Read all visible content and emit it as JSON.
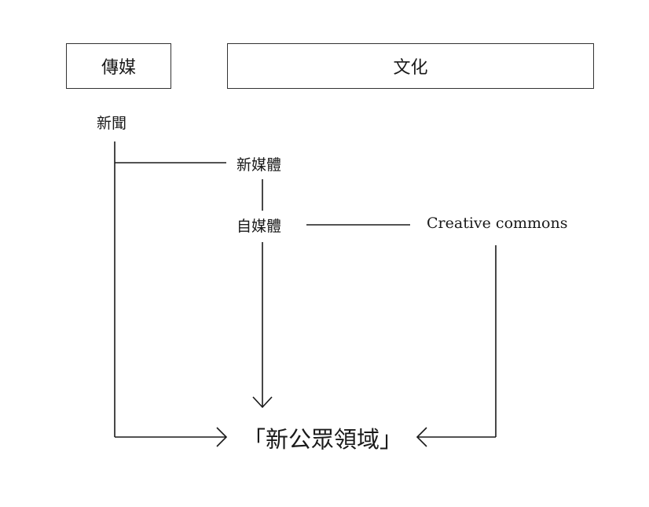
{
  "boxes": {
    "media": "傳媒",
    "culture": "文化"
  },
  "nodes": {
    "news": "新聞",
    "new_media": "新媒體",
    "self_media": "自媒體",
    "creative_commons": "Creative commons",
    "new_public_sphere": "「新公眾領域」"
  }
}
